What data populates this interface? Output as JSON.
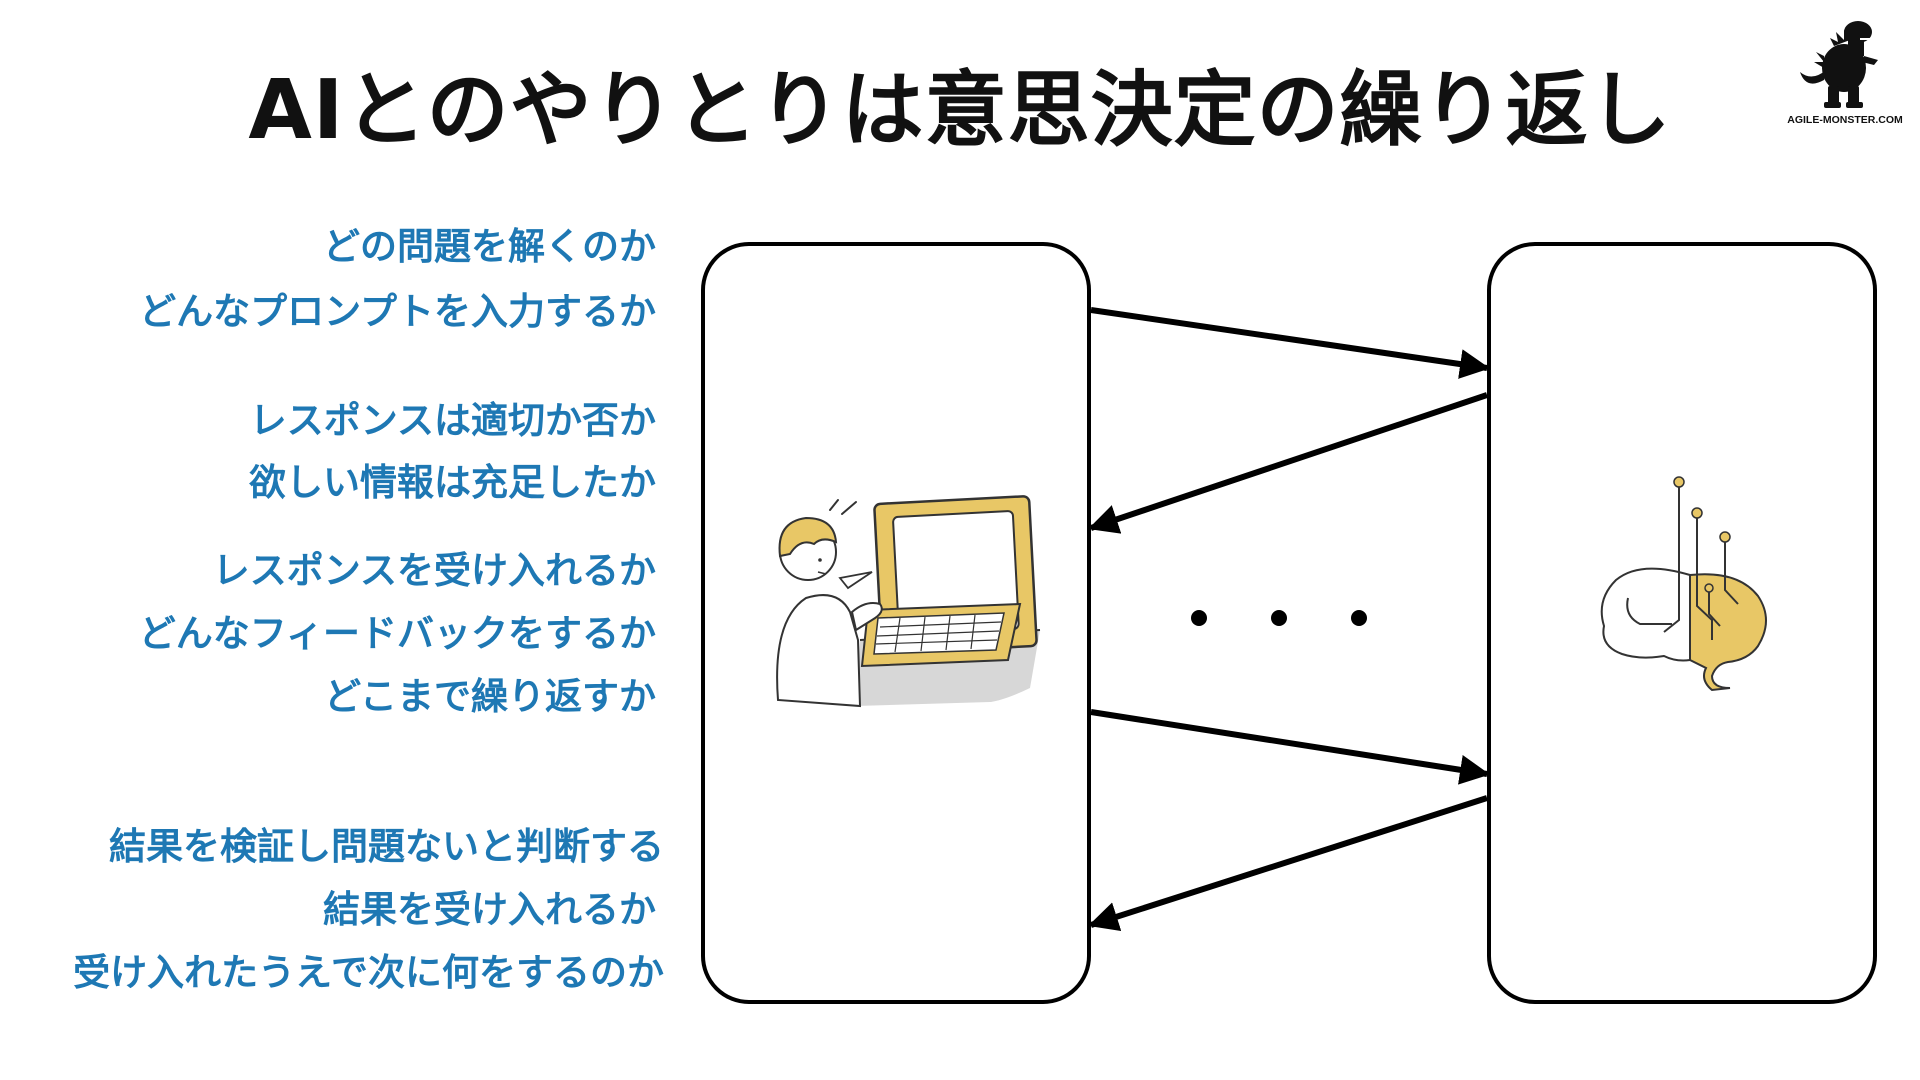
{
  "title": "AIとのやりとりは意思決定の繰り返し",
  "logo": {
    "text": "AGILE-MONSTER.COM",
    "icon": "monster-icon"
  },
  "question_groups": [
    {
      "lines": [
        "どの問題を解くのか",
        "どんなプロンプトを入力するか"
      ]
    },
    {
      "lines": [
        "レスポンスは適切か否か",
        "欲しい情報は充足したか"
      ]
    },
    {
      "lines": [
        "レスポンスを受け入れるか",
        "どんなフィードバックをするか",
        "どこまで繰り返すか"
      ]
    },
    {
      "lines": [
        "結果を検証し問題ないと判断する",
        "結果を受け入れるか",
        "受け入れたうえで次に何をするのか"
      ]
    }
  ],
  "diagram": {
    "left_box_icon": "person-at-laptop-icon",
    "right_box_icon": "ai-brain-circuit-icon",
    "ellipsis_icon": "ellipsis-icon",
    "accent_color": "#e8c766",
    "text_color": "#1e78b4",
    "arrows": [
      "to-ai",
      "to-user",
      "to-ai",
      "to-user"
    ]
  }
}
